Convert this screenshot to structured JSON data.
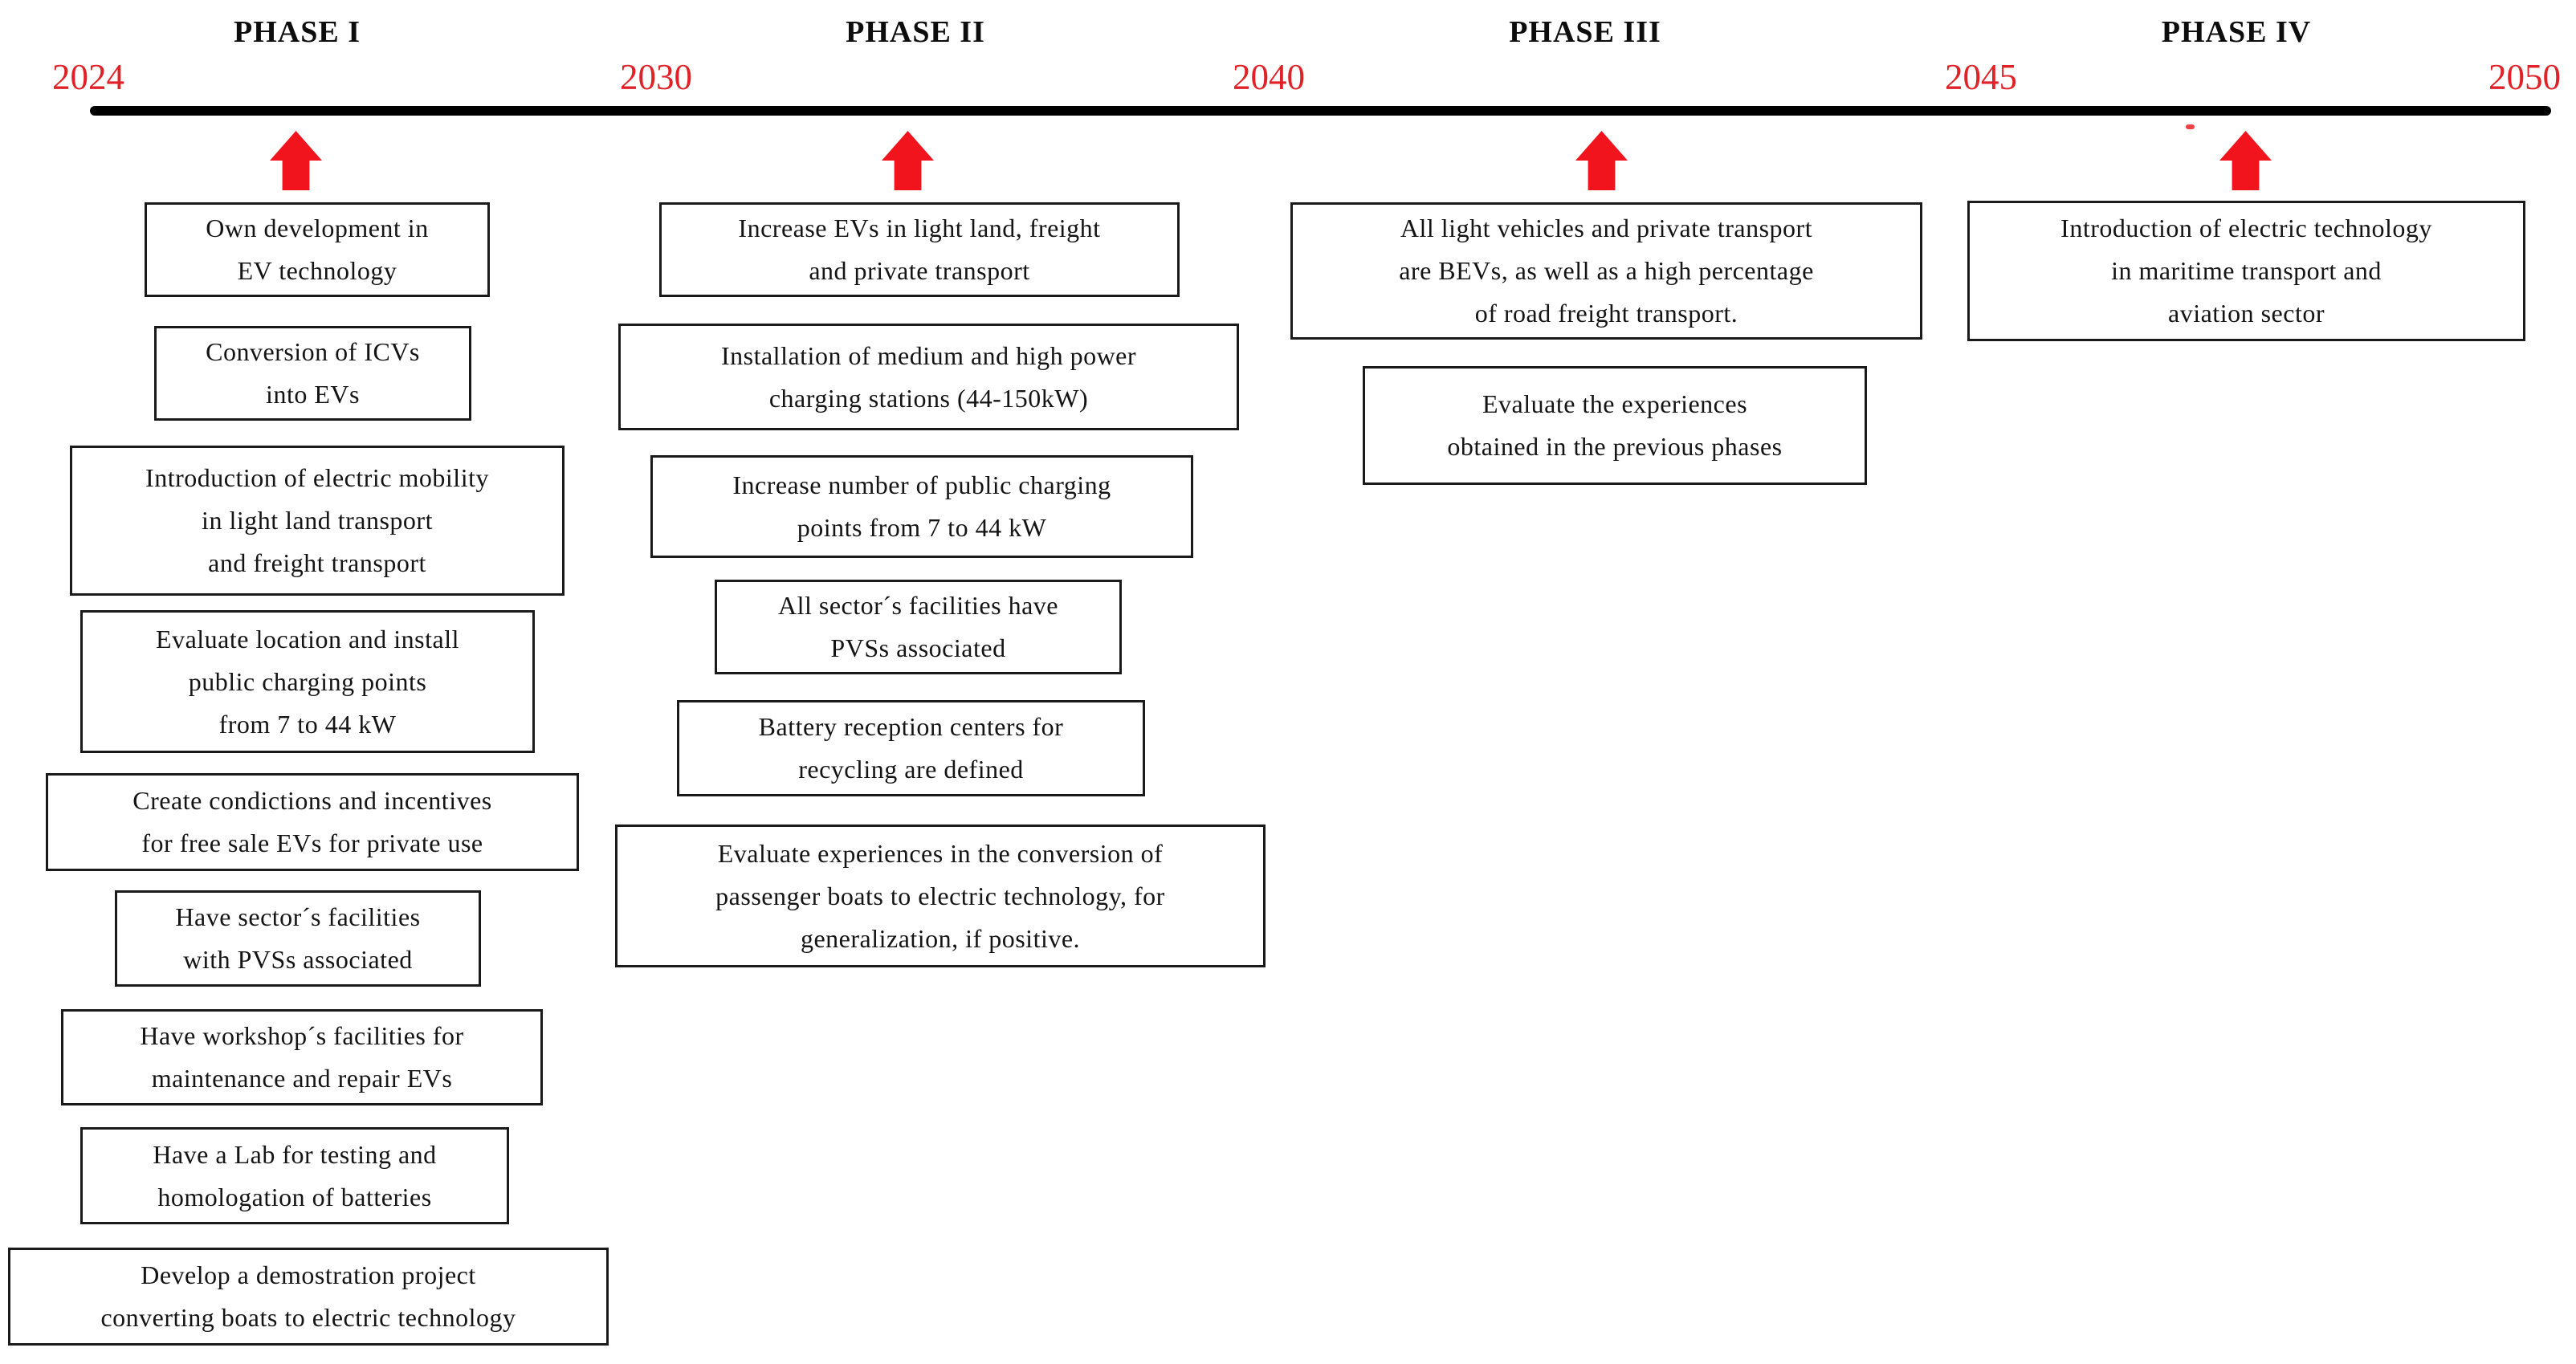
{
  "figure_title": "EV technology introduction roadmap timeline",
  "colors": {
    "arrow_red": "#f2141c",
    "year_red": "#e02228",
    "line_black": "#000000",
    "box_border": "#1a1a1a",
    "text": "#141414"
  },
  "years": [
    {
      "label": "2024"
    },
    {
      "label": "2030"
    },
    {
      "label": "2040"
    },
    {
      "label": "2045"
    },
    {
      "label": "2050"
    }
  ],
  "phases": [
    {
      "label": "PHASE I",
      "boxes": [
        {
          "text": "Own development in\nEV technology"
        },
        {
          "text": "Conversion of ICVs\ninto EVs"
        },
        {
          "text": "Introduction of electric mobility\nin light land transport\nand freight transport"
        },
        {
          "text": "Evaluate location and install\npublic charging points\nfrom 7 to 44 kW"
        },
        {
          "text": "Create condictions and incentives\nfor free sale EVs for private use"
        },
        {
          "text": "Have sector´s facilities\nwith PVSs associated"
        },
        {
          "text": "Have workshop´s facilities for\nmaintenance and repair EVs"
        },
        {
          "text": "Have a Lab for testing and\nhomologation of batteries"
        },
        {
          "text": "Develop a demostration project\nconverting boats to electric technology"
        }
      ]
    },
    {
      "label": "PHASE II",
      "boxes": [
        {
          "text": "Increase EVs in light land, freight\nand private transport"
        },
        {
          "text": "Installation of medium and high power\ncharging stations (44-150kW)"
        },
        {
          "text": "Increase number of public charging\npoints from 7 to 44 kW"
        },
        {
          "text": "All sector´s facilities have\nPVSs associated"
        },
        {
          "text": "Battery reception centers for\nrecycling are defined"
        },
        {
          "text": "Evaluate experiences in the conversion of\npassenger boats to electric technology, for\ngeneralization, if positive."
        }
      ]
    },
    {
      "label": "PHASE III",
      "boxes": [
        {
          "text": "All light vehicles and private transport\nare BEVs, as well as a high percentage\nof road freight transport."
        },
        {
          "text": "Evaluate the experiences\nobtained in the previous phases"
        }
      ]
    },
    {
      "label": "PHASE IV",
      "boxes": [
        {
          "text": "Introduction of electric technology\nin maritime transport and\naviation sector"
        }
      ]
    }
  ]
}
